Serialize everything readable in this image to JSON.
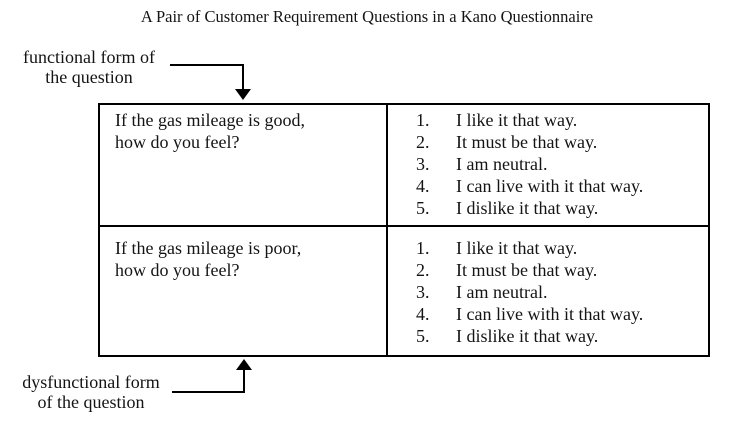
{
  "title": "A Pair of Customer Requirement Questions in a Kano Questionnaire",
  "annotations": {
    "functional": {
      "line1": "functional form of",
      "line2": "the question"
    },
    "dysfunctional": {
      "line1": "dysfunctional form",
      "line2": "of the question"
    }
  },
  "table": {
    "rows": [
      {
        "question_line1": "If the gas mileage is good,",
        "question_line2": "how do you feel?",
        "options": [
          {
            "num": "1.",
            "text": "I like it that way."
          },
          {
            "num": "2.",
            "text": "It must be that way."
          },
          {
            "num": "3.",
            "text": "I am neutral."
          },
          {
            "num": "4.",
            "text": "I can live with it that way."
          },
          {
            "num": "5.",
            "text": "I dislike it that way."
          }
        ]
      },
      {
        "question_line1": "If the gas mileage is poor,",
        "question_line2": "how do you feel?",
        "options": [
          {
            "num": "1.",
            "text": "I like it that way."
          },
          {
            "num": "2.",
            "text": "It must be that way."
          },
          {
            "num": "3.",
            "text": "I am neutral."
          },
          {
            "num": "4.",
            "text": "I can live with it that way."
          },
          {
            "num": "5.",
            "text": "I dislike it that way."
          }
        ]
      }
    ]
  },
  "colors": {
    "text": "#141414",
    "border": "#000000",
    "background": "#ffffff"
  }
}
